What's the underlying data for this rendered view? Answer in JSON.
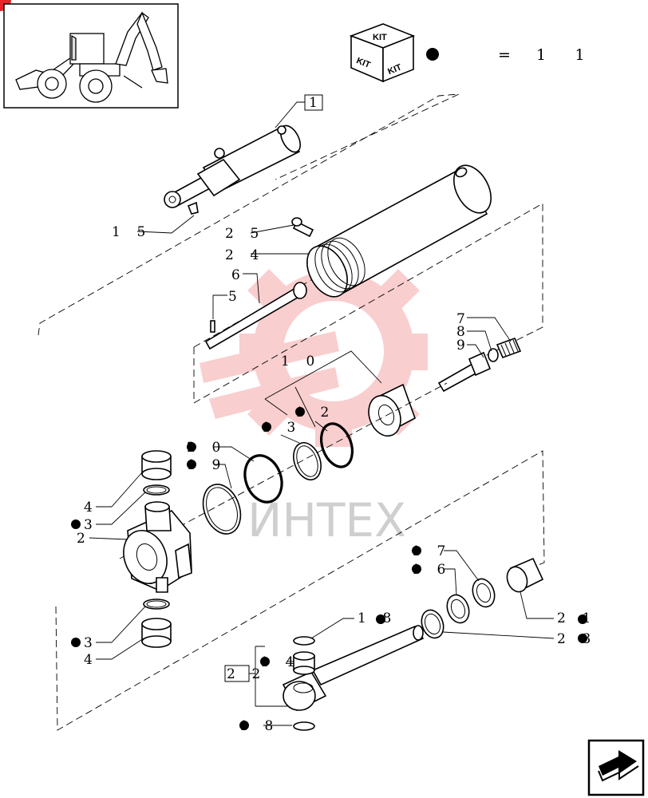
{
  "header": {
    "kit_labels": [
      "KIT",
      "KIT",
      "KIT"
    ],
    "equals": "=",
    "kit_quantity": "1 1"
  },
  "watermark": {
    "text": "ИНТЕХ",
    "color": "#e8232a"
  },
  "callouts": {
    "c1": "1",
    "c15": "1 5",
    "c25": "2 5",
    "c24": "2 4",
    "c6": "6",
    "c5": "5",
    "c7": "7",
    "c8": "8",
    "c9": "9",
    "c10": "1 0",
    "c13": "1 3",
    "c12": "1 2",
    "c20": "2 0",
    "c19": "1 9",
    "c4a": "4",
    "c3a": "3",
    "c2": "2",
    "c17": "1 7",
    "c16": "1 6",
    "c18": "1 8",
    "c21": "2 1",
    "c23": "2 3",
    "c3b": "3",
    "c4b": "4",
    "c22": "2 2",
    "c14": "1 4",
    "c8b": "1 8"
  },
  "colors": {
    "marker": "#e8232a",
    "ink": "#000000"
  },
  "icons": {
    "kit": "kit-box-icon",
    "nav": "next-page-arrow-icon",
    "machine": "backhoe-loader-icon"
  }
}
